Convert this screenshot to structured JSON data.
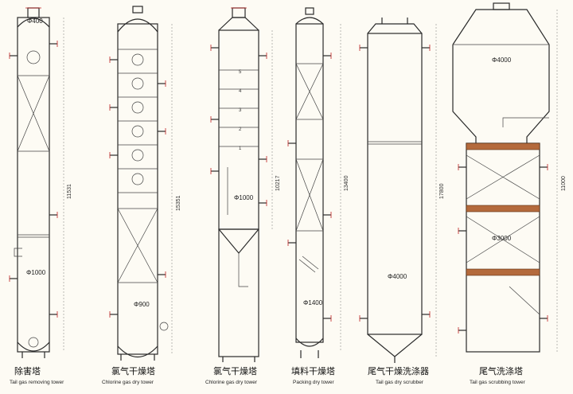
{
  "towers": [
    {
      "name_cn": "除害塔",
      "name_en": "Tail gas removing tower",
      "height_dim": "11531",
      "top_dia": "Φ400",
      "dia": "Φ1000"
    },
    {
      "name_cn": "氯气干燥塔",
      "name_en": "Chlorine gas dry tower",
      "height_dim": "15351",
      "dia": "Φ900"
    },
    {
      "name_cn": "氯气干燥塔",
      "name_en": "Chlorine gas dry tower",
      "height_dim": "10217",
      "dia": "Φ1000",
      "plate_numbers": [
        "5",
        "4",
        "3",
        "2",
        "1"
      ]
    },
    {
      "name_cn": "填料干燥塔",
      "name_en": "Packing dry tower",
      "height_dim": "13400",
      "dia": "Φ1400"
    },
    {
      "name_cn": "尾气干燥洗涤器",
      "name_en": "Tail gas dry scrubber",
      "height_dim": "17800",
      "dia": "Φ4000"
    },
    {
      "name_cn": "尾气洗涤塔",
      "name_en": "Tail gas scrubbing tower",
      "height_dim": "11000",
      "top_dia": "Φ4000",
      "dia": "Φ3000"
    }
  ]
}
